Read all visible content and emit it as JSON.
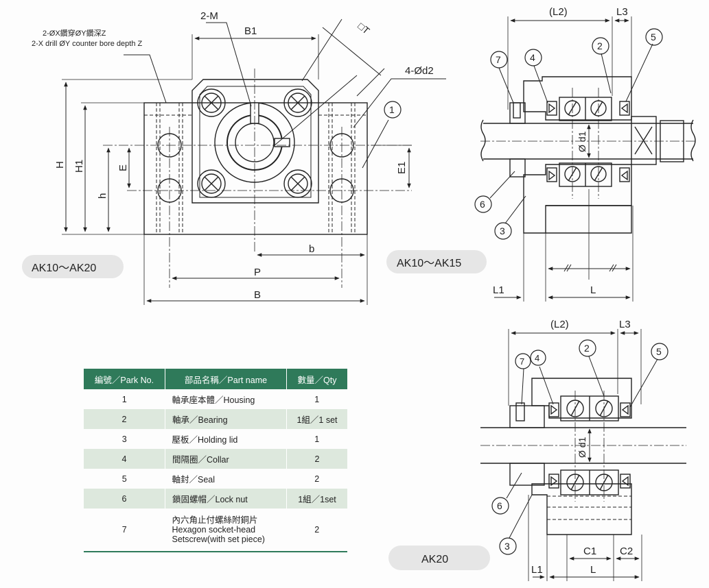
{
  "front_view": {
    "note_zh": "2-ØX鑽穿ØY鑽深Z",
    "note_en": "2-X drill ØY counter bore depth Z",
    "dims": {
      "m": "2-M",
      "b1": "B1",
      "t": "□T",
      "d2": "4-Ød2",
      "h_total": "H",
      "h1": "H1",
      "h_small": "h",
      "e": "E",
      "e1": "E1",
      "b_small": "b",
      "p": "P",
      "b_total": "B"
    },
    "callout": "1",
    "series_label": "AK10～AK20"
  },
  "section_top": {
    "series_label": "AK10～AK15",
    "dims": {
      "l2": "(L2)",
      "l3": "L3",
      "d1": "Ø d1",
      "l1": "L1",
      "l": "L"
    },
    "callouts": [
      "7",
      "4",
      "2",
      "5",
      "6",
      "3"
    ]
  },
  "section_bottom": {
    "series_label": "AK20",
    "dims": {
      "l2": "(L2)",
      "l3": "L3",
      "d1": "Ø d1",
      "l1": "L1",
      "l": "L",
      "c1": "C1",
      "c2": "C2"
    },
    "callouts": [
      "7",
      "4",
      "2",
      "5",
      "6",
      "3"
    ]
  },
  "parts_table": {
    "headers": {
      "no": "編號／Park No.",
      "name": "部品名稱／Part name",
      "qty": "數量／Qty"
    },
    "rows": [
      {
        "no": "1",
        "name": "軸承座本體／Housing",
        "qty": "1"
      },
      {
        "no": "2",
        "name": "軸承／Bearing",
        "qty": "1組／1 set"
      },
      {
        "no": "3",
        "name": "壓板／Holding lid",
        "qty": "1"
      },
      {
        "no": "4",
        "name": "間隔圈／Collar",
        "qty": "2"
      },
      {
        "no": "5",
        "name": "軸封／Seal",
        "qty": "2"
      },
      {
        "no": "6",
        "name": "鎖固螺帽／Lock nut",
        "qty": "1組／1set"
      },
      {
        "no": "7",
        "name": "內六角止付螺絲附銅片\nHexagon socket-head\nSetscrew(with set piece)",
        "qty": "2"
      }
    ]
  },
  "colors": {
    "table_header": "#2f7a5a",
    "table_stripe": "#dde8dd",
    "label_pill": "#e6e6e6",
    "line": "#222222"
  }
}
